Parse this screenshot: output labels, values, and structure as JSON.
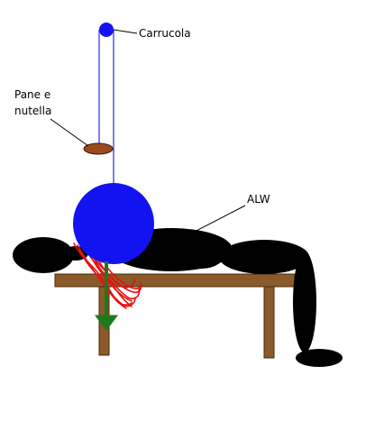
{
  "labels": {
    "carrucola": "Carrucola",
    "pane_line1": "Pane e",
    "pane_line2": "nutella",
    "alw": "ALW"
  },
  "colors": {
    "background": "#ffffff",
    "pulley": "#1313f2",
    "rope": "#2a2ae0",
    "bread": "#9a4a1e",
    "body": "#000000",
    "bench": "#8b5a2b",
    "drool": "#e81010",
    "arrow": "#1c7a1c"
  },
  "icons": {
    "pulley": "pulley-circle",
    "bread": "bread-slice",
    "head": "head-circle",
    "body": "lying-figure",
    "bench": "bench",
    "drool": "drool-scribble",
    "force_arrow": "down-arrow"
  }
}
